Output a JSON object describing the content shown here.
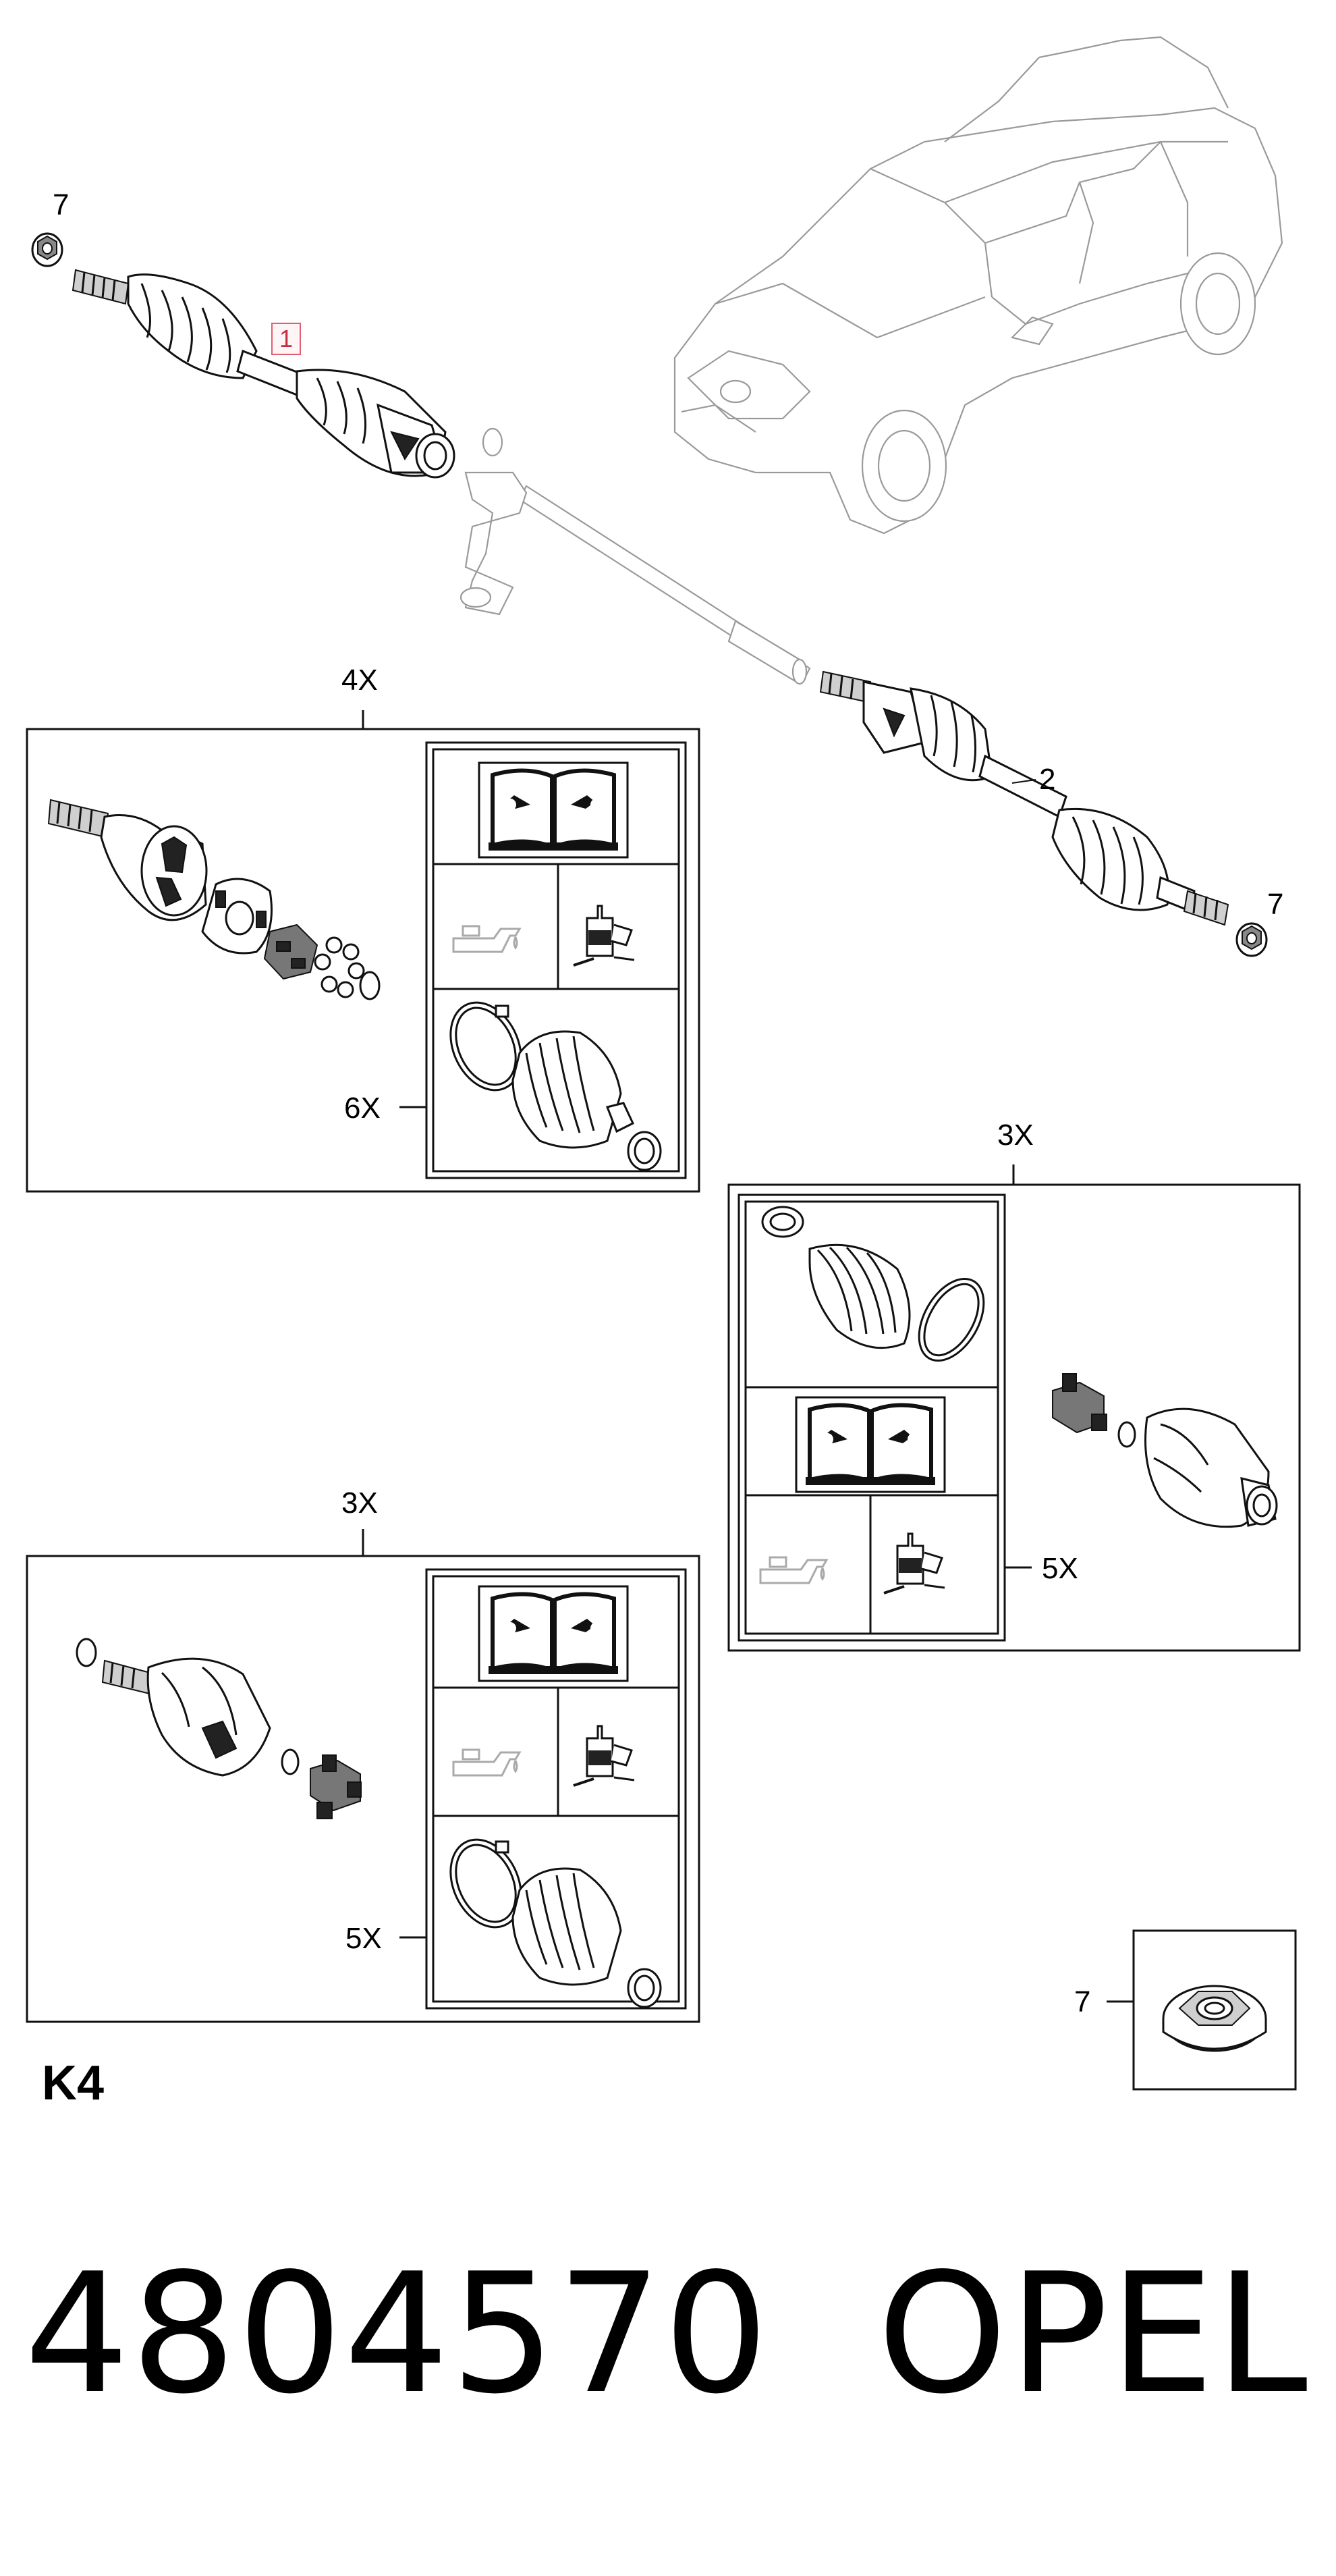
{
  "callouts": {
    "left_shaft_nut": "7",
    "left_shaft": "1",
    "right_shaft": "2",
    "right_shaft_nut": "7",
    "kit_a_qty": "4X",
    "kit_a_clamp_qty": "6X",
    "kit_b_qty": "3X",
    "kit_b_clamp_qty": "5X",
    "kit_c_qty": "3X",
    "kit_c_clamp_qty": "5X",
    "nut_detail": "7"
  },
  "diagram_code": "K4",
  "part_number": "4804570",
  "brand": "OPEL"
}
